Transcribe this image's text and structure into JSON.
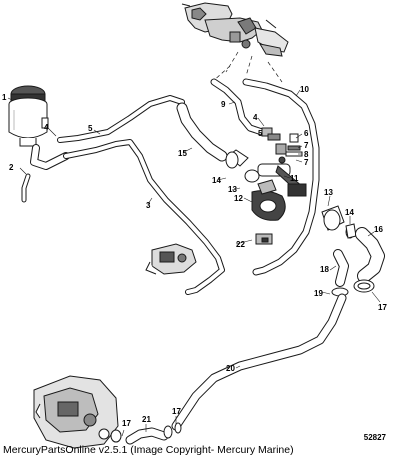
{
  "diagram": {
    "figure_number": "52827",
    "footer_caption": "MercuryPartsOnline v2.5.1 (Image Copyright- Mercury Marine)",
    "callouts": {
      "c1": "1",
      "c2": "2",
      "c3": "3",
      "c4": "4",
      "c5": "5",
      "c4b": "4",
      "c5b": "5",
      "c6": "6",
      "c7a": "7",
      "c8": "8",
      "c7b": "7",
      "c9": "9",
      "c10": "10",
      "c11": "11",
      "c12": "12",
      "c13a": "13",
      "c13b": "13",
      "c14a": "14",
      "c14b": "14",
      "c15": "15",
      "c16": "16",
      "c17a": "17",
      "c17b": "17",
      "c17c": "17",
      "c18": "18",
      "c19": "19",
      "c20": "20",
      "c21": "21",
      "c22": "22"
    },
    "colors": {
      "line": "#1a1a1a",
      "hose_fill": "#ffffff",
      "shade": "#9a9a9a"
    }
  }
}
